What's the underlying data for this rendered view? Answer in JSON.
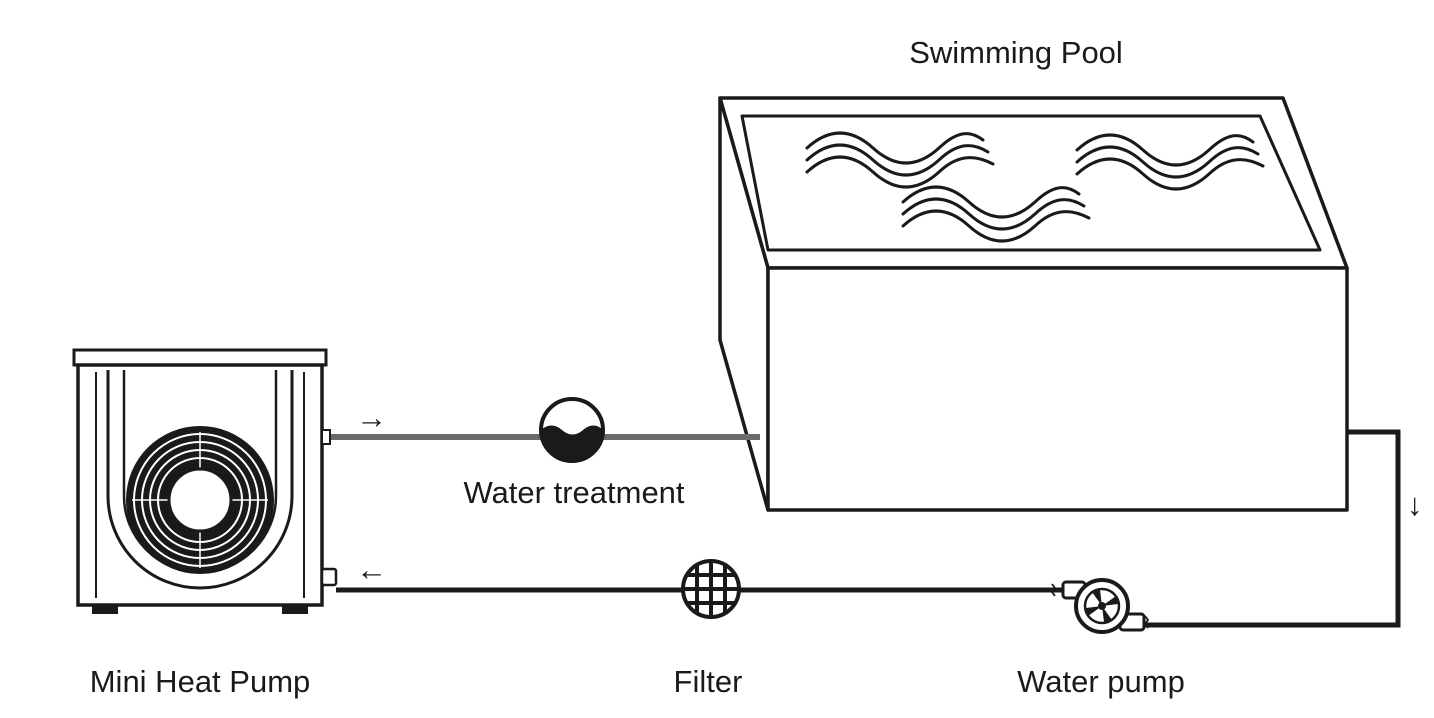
{
  "diagram": {
    "labels": {
      "pool": "Swimming Pool",
      "water_treatment": "Water treatment",
      "heat_pump": "Mini Heat Pump",
      "filter": "Filter",
      "water_pump": "Water pump"
    },
    "arrows": {
      "supply": "→",
      "return_down": "↓",
      "return_in": "←"
    },
    "colors": {
      "line": "#1a1a1a",
      "supply_pipe": "#6b6b6b",
      "background": "#ffffff"
    }
  }
}
